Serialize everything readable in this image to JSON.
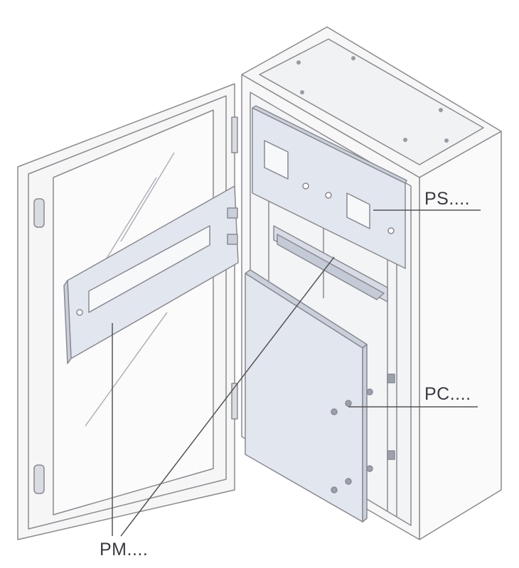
{
  "labels": {
    "ps": "PS....",
    "pc": "PC....",
    "pm": "PM...."
  },
  "colors": {
    "outline": "#8a8a90",
    "panel": "#e2e6ef",
    "panel_dark": "#c9cfdb",
    "body": "#f7f7f8",
    "leader": "#444444"
  }
}
